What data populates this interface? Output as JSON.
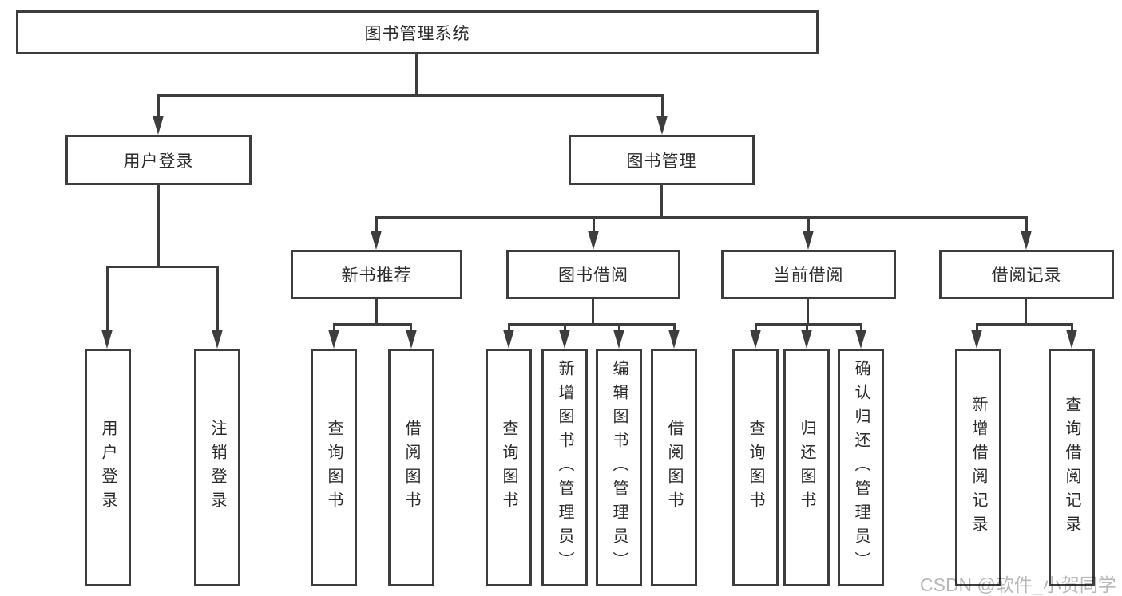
{
  "tree": {
    "root": "图书管理系统",
    "user_login": {
      "label": "用户登录",
      "children": [
        "用户登录",
        "注销登录"
      ]
    },
    "book_management": {
      "label": "图书管理",
      "branches": [
        {
          "label": "新书推荐",
          "children": [
            "查询图书",
            "借阅图书"
          ]
        },
        {
          "label": "图书借阅",
          "children": [
            "查询图书",
            "新增图书（管理员）",
            "编辑图书（管理员）",
            "借阅图书"
          ]
        },
        {
          "label": "当前借阅",
          "children": [
            "查询图书",
            "归还图书",
            "确认归还（管理员）"
          ]
        },
        {
          "label": "借阅记录",
          "children": [
            "新增借阅记录",
            "查询借阅记录"
          ]
        }
      ]
    }
  },
  "watermark": "CSDN @软件_小贺同学",
  "icons": {
    "connector_arrow": "triangle-down"
  },
  "colors": {
    "line": "#3d3d40",
    "text": "#2b2b2b",
    "watermark_text": "#b8b8b8",
    "background": "#ffffff"
  }
}
